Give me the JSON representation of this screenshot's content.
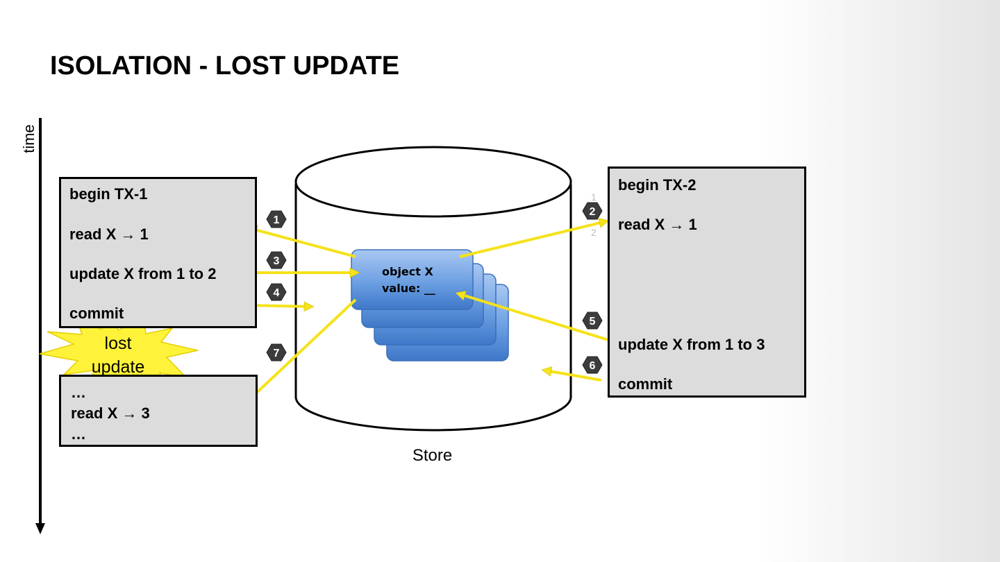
{
  "slide": {
    "title": "ISOLATION - LOST UPDATE",
    "time_label": "time",
    "store_label": "Store",
    "lost_update": [
      "lost",
      "update"
    ]
  },
  "tx1": {
    "lines": [
      "begin TX-1",
      "read X → 1",
      "update X from 1 to 2",
      "commit"
    ]
  },
  "tx1_after": {
    "lines": [
      "…",
      "read X → 3",
      "…"
    ]
  },
  "tx2": {
    "lines": [
      "begin TX-2",
      "read X → 1",
      "update X from 1 to 3",
      "commit"
    ],
    "ghost_numbers": [
      "1",
      "2"
    ]
  },
  "object": {
    "name": "object  X",
    "value": "value: __"
  },
  "steps": [
    "1",
    "2",
    "3",
    "4",
    "5",
    "6",
    "7"
  ],
  "colors": {
    "arrow": "#f5e21a",
    "box_fill": "#dcdcdc",
    "object_blue": "#5b93dc",
    "badge": "#3c3c3c",
    "starburst": "#fff23a"
  }
}
